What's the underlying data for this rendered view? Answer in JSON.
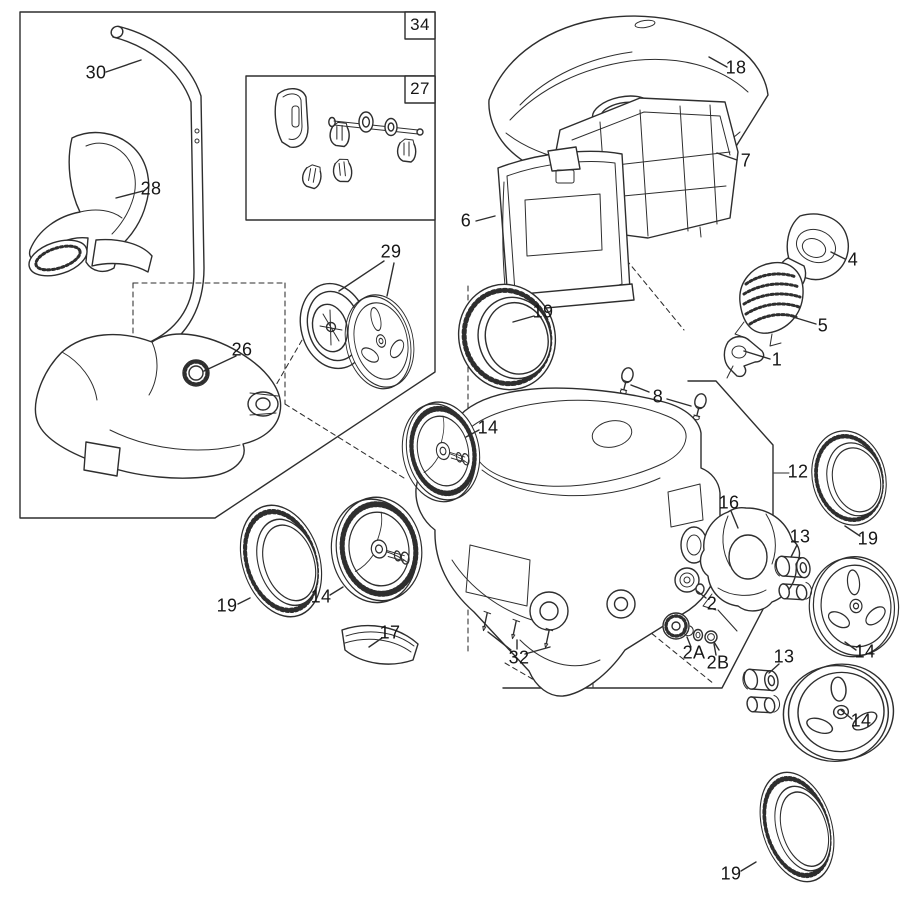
{
  "diagram": {
    "kind": "exploded-parts-diagram",
    "colors": {
      "background": "#ffffff",
      "line": "#2e2e2e",
      "text": "#161616"
    },
    "group_boxes": [
      {
        "label": "34"
      },
      {
        "label": "27"
      }
    ],
    "callouts": [
      {
        "label": "34"
      },
      {
        "label": "27"
      },
      {
        "label": "30"
      },
      {
        "label": "28"
      },
      {
        "label": "29"
      },
      {
        "label": "26"
      },
      {
        "label": "18"
      },
      {
        "label": "7"
      },
      {
        "label": "6"
      },
      {
        "label": "4"
      },
      {
        "label": "5"
      },
      {
        "label": "1"
      },
      {
        "label": "8"
      },
      {
        "label": "19"
      },
      {
        "label": "14"
      },
      {
        "label": "12"
      },
      {
        "label": "16"
      },
      {
        "label": "2"
      },
      {
        "label": "2A"
      },
      {
        "label": "2B"
      },
      {
        "label": "32"
      },
      {
        "label": "17"
      },
      {
        "label": "19"
      },
      {
        "label": "14"
      },
      {
        "label": "13"
      },
      {
        "label": "19"
      },
      {
        "label": "14"
      },
      {
        "label": "13"
      },
      {
        "label": "14"
      },
      {
        "label": "19"
      }
    ]
  }
}
